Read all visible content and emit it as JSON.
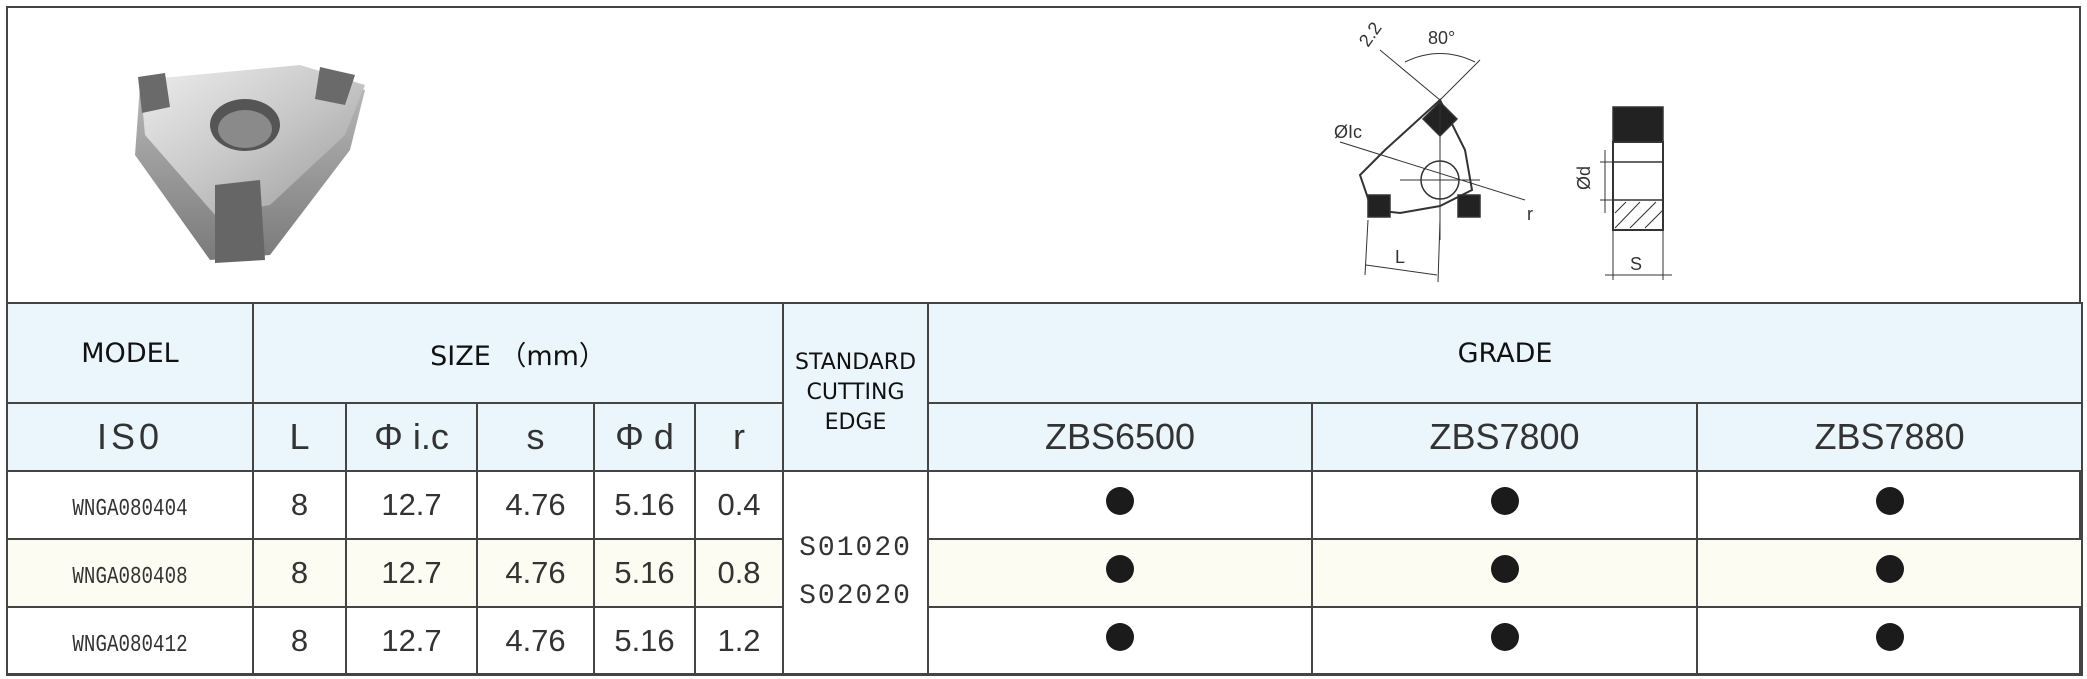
{
  "header": {
    "model": "MODEL",
    "size": "SIZE （mm）",
    "standard_cutting_edge": [
      "STANDARD",
      "CUTTING",
      "EDGE"
    ],
    "grade": "GRADE",
    "iso": "IS0",
    "size_columns": [
      "L",
      "Φ i.c",
      "s",
      "Φ d",
      "r"
    ],
    "grades": [
      "ZBS6500",
      "ZBS7800",
      "ZBS7880"
    ]
  },
  "drawing_labels": {
    "edge": "2.2",
    "angle": "80°",
    "ic": "ØIc",
    "r": "r",
    "L": "L",
    "d": "Ød",
    "s": "S"
  },
  "cutting_edges": [
    "S01020",
    "S02020"
  ],
  "rows": [
    {
      "model": "WNGA080404",
      "L": "8",
      "ic": "12.7",
      "s": "4.76",
      "d": "5.16",
      "r": "0.4",
      "grades": [
        true,
        true,
        true
      ]
    },
    {
      "model": "WNGA080408",
      "L": "8",
      "ic": "12.7",
      "s": "4.76",
      "d": "5.16",
      "r": "0.8",
      "grades": [
        true,
        true,
        true
      ]
    },
    {
      "model": "WNGA080412",
      "L": "8",
      "ic": "12.7",
      "s": "4.76",
      "d": "5.16",
      "r": "1.2",
      "grades": [
        true,
        true,
        true
      ]
    }
  ],
  "colors": {
    "header_bg": "#eaf5fc",
    "alt_row_bg": "#fdfcf2",
    "dot": "#1b1b1b"
  }
}
